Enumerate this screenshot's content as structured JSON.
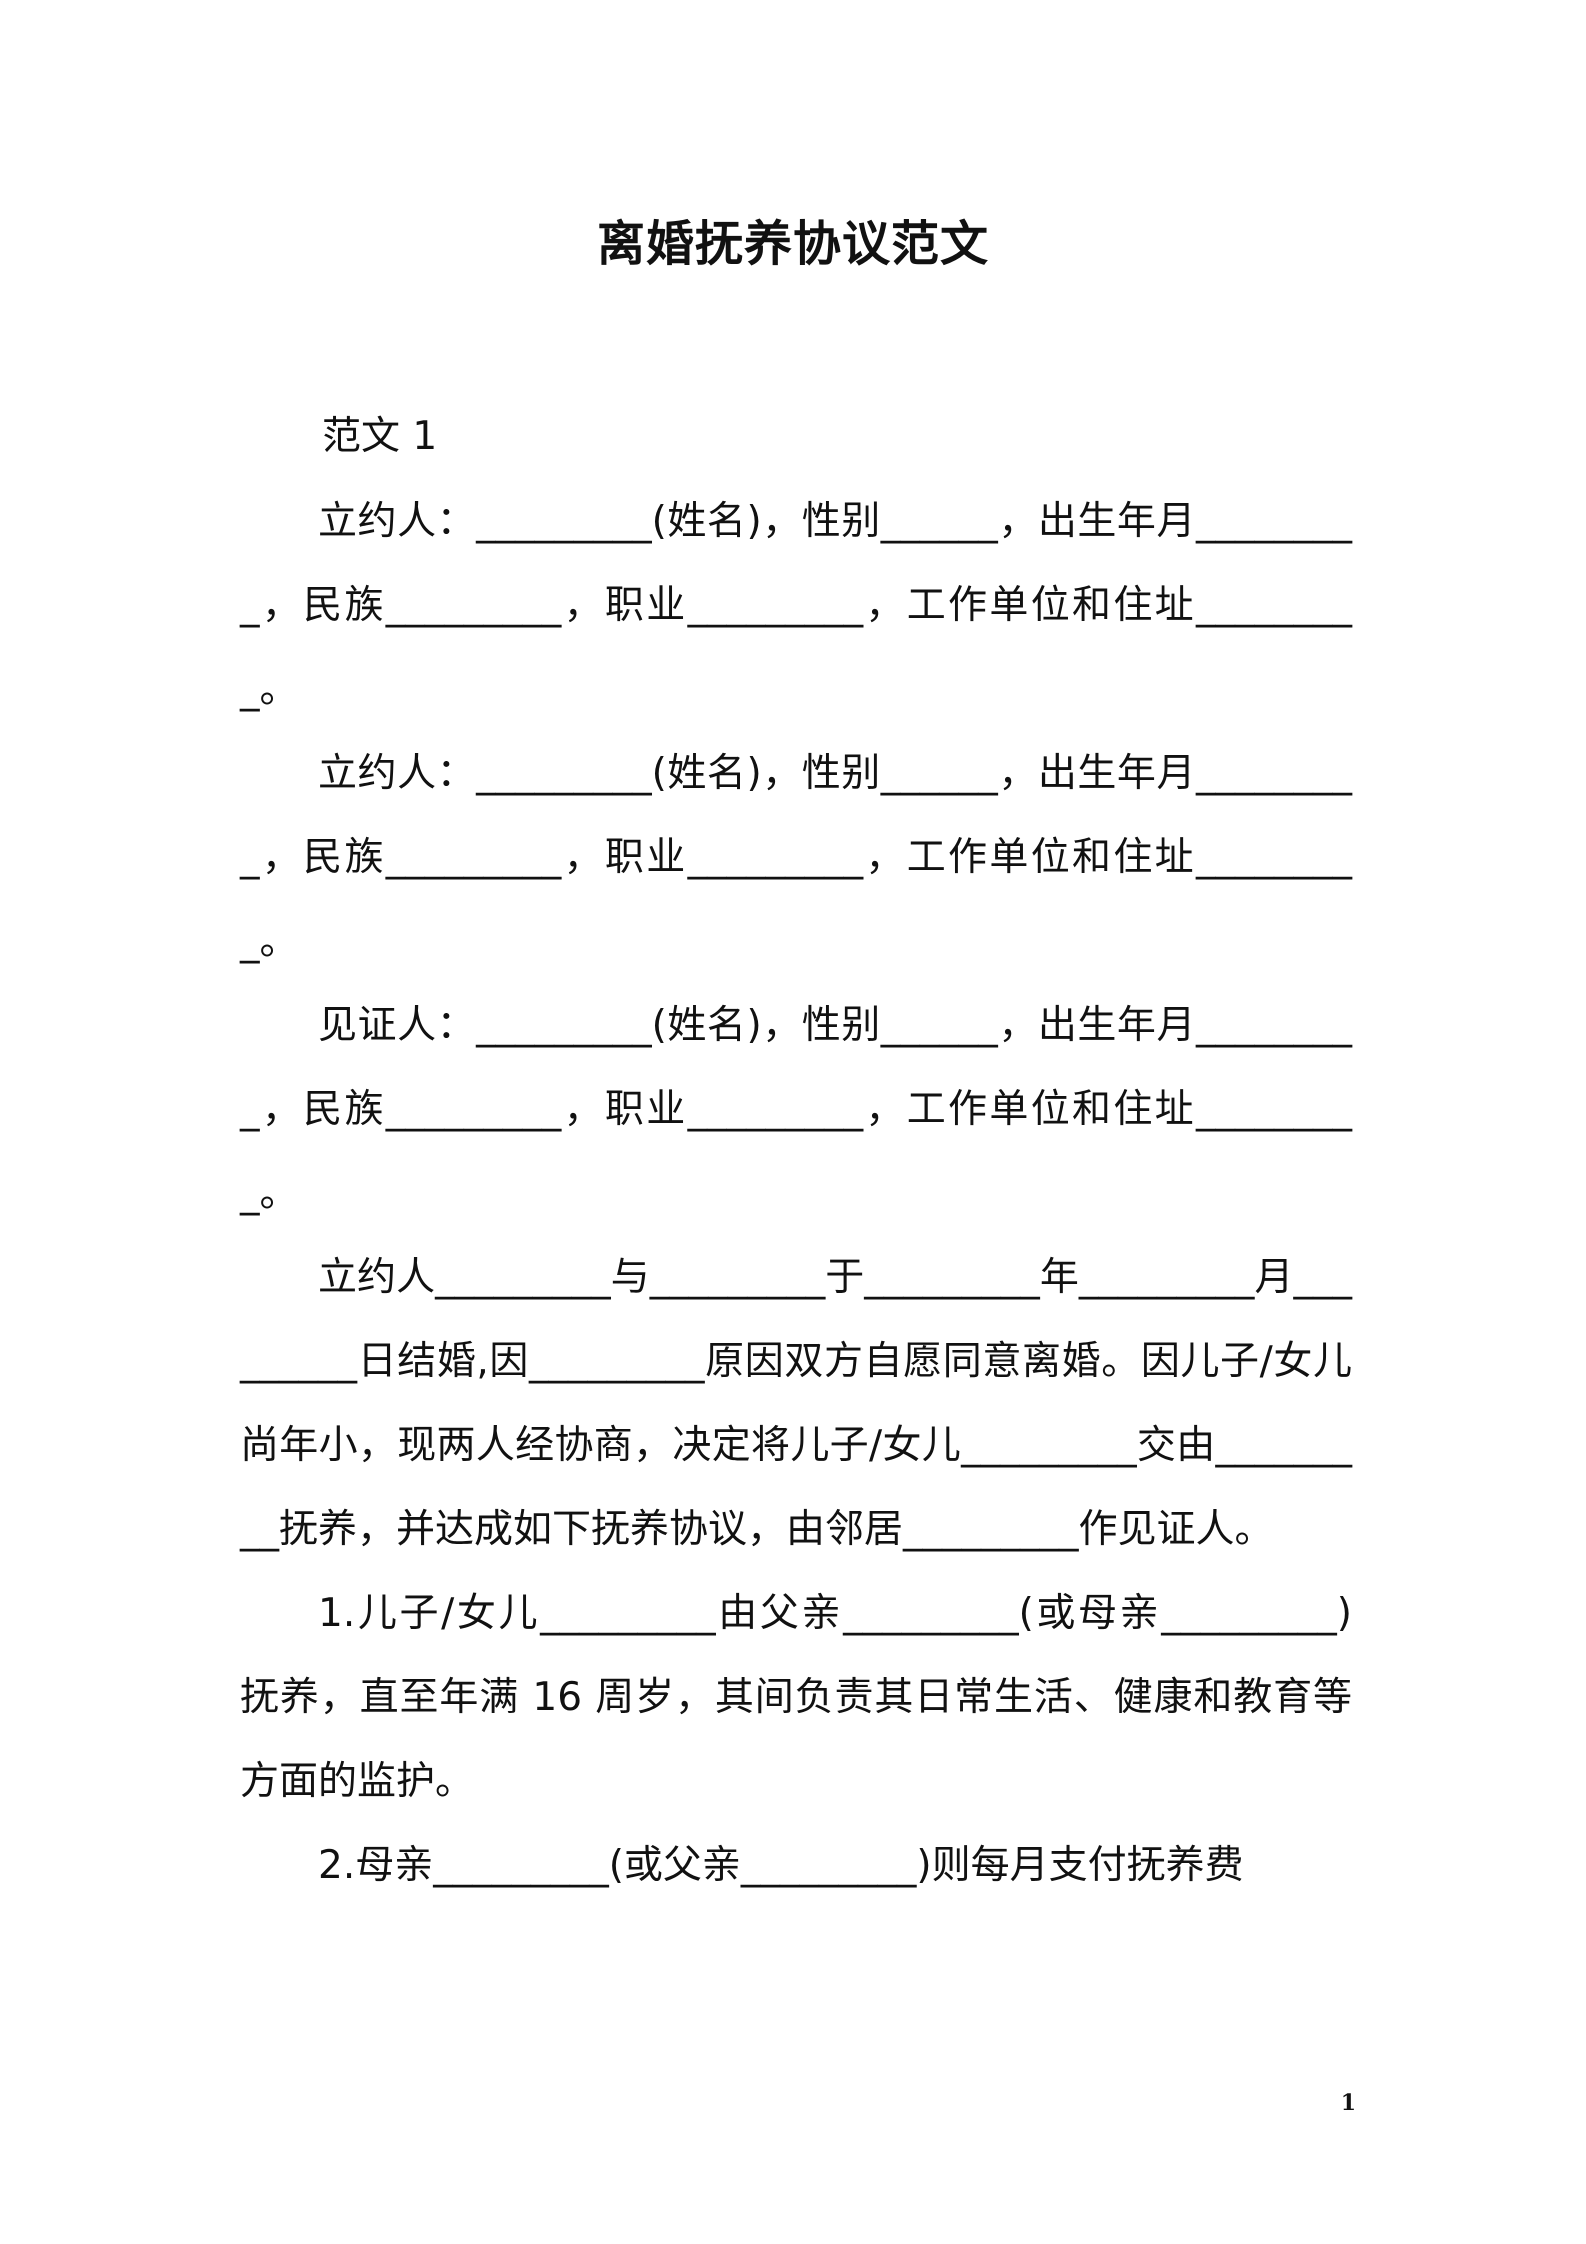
{
  "document": {
    "title": "离婚抚养协议范文",
    "section_heading": "范文 1",
    "paragraphs": [
      "立约人：_________(姓名)，性别______，出生年月_________，民族_________，职业_________，工作单位和住址_________。",
      "立约人：_________(姓名)，性别______，出生年月_________，民族_________，职业_________，工作单位和住址_________。",
      "见证人：_________(姓名)，性别______，出生年月_________，民族_________，职业_________，工作单位和住址_________。",
      "立约人_________与_________于_________年_________月_________日结婚,因_________原因双方自愿同意离婚。因儿子/女儿尚年小，现两人经协商，决定将儿子/女儿_________交由_________抚养，并达成如下抚养协议，由邻居_________作见证人。",
      "1.儿子/女儿_________由父亲_________(或母亲_________)抚养，直至年满 16 周岁，其间负责其日常生活、健康和教育等方面的监护。",
      "2.母亲_________(或父亲_________)则每月支付抚养费"
    ],
    "page_number": "1"
  }
}
